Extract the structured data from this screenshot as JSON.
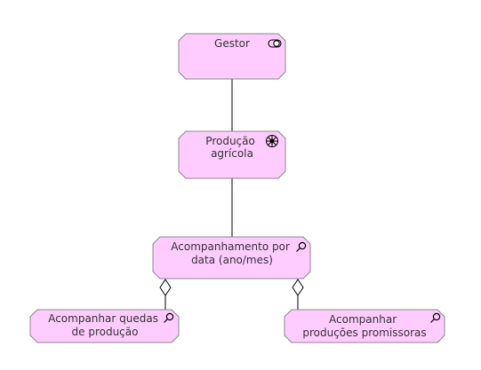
{
  "colors": {
    "node_fill": "#ffccff",
    "node_stroke": "#888888",
    "line": "#000000",
    "text": "#333333"
  },
  "nodes": {
    "gestor": {
      "lines": [
        "Gestor"
      ],
      "icon": "business-role-icon"
    },
    "producao": {
      "lines": [
        "Produção",
        "agrícola"
      ],
      "icon": "business-function-icon"
    },
    "acompanhamento": {
      "lines": [
        "Acompanhamento por",
        "data (ano/mes)"
      ],
      "icon": "assessment-icon"
    },
    "quedas": {
      "lines": [
        "Acompanhar quedas",
        "de produção"
      ],
      "icon": "assessment-icon"
    },
    "promissoras": {
      "lines": [
        "Acompanhar",
        "produções promissoras"
      ],
      "icon": "assessment-icon"
    }
  }
}
